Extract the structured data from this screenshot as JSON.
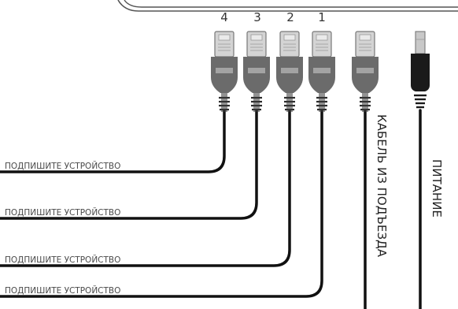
{
  "port_numbers": [
    "4",
    "3",
    "2",
    "1"
  ],
  "device_labels": [
    "ПОДПИШИТЕ УСТРОЙСТВО",
    "ПОДПИШИТЕ УСТРОЙСТВО",
    "ПОДПИШИТЕ УСТРОЙСТВО",
    "ПОДПИШИТЕ УСТРОЙСТВО"
  ],
  "uplink_label": "КАБЕЛЬ ИЗ ПОДЪЕЗДА",
  "power_label": "ПИТАНИЕ",
  "colors": {
    "cable": "#111111",
    "plug_head": "#d4d4d4",
    "plug_boot": "#6b6b6b",
    "plug_boot_stripe": "#a3a3a3",
    "power_body": "#1a1a1a",
    "power_tip": "#c8c8c8",
    "router_outline": "#555555"
  }
}
